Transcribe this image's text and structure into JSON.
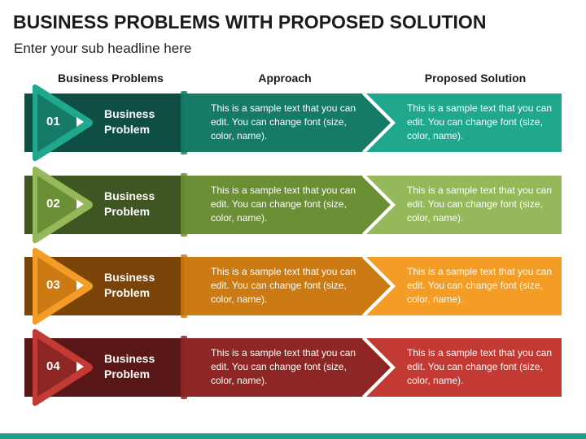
{
  "title": "BUSINESS PROBLEMS WITH PROPOSED SOLUTION",
  "subtitle": "Enter your sub headline here",
  "columns": {
    "problems": "Business Problems",
    "approach": "Approach",
    "solution": "Proposed Solution"
  },
  "rows": [
    {
      "number": "01",
      "problem": "Business Problem",
      "approach": "This is a sample text that you can edit. You can change font (size, color, name).",
      "solution": "This is a sample text that you can edit. You can change font (size, color, name).",
      "colors": {
        "dark": "#0f4f43",
        "mid": "#157b67",
        "light": "#1fa88d"
      }
    },
    {
      "number": "02",
      "problem": "Business Problem",
      "approach": "This is a sample text that you can edit. You can change font (size, color, name).",
      "solution": "This is a sample text that you can edit. You can change font (size, color, name).",
      "colors": {
        "dark": "#3f5623",
        "mid": "#6b8f34",
        "light": "#95b95a"
      }
    },
    {
      "number": "03",
      "problem": "Business Problem",
      "approach": "This is a sample text that you can edit. You can change font (size, color, name).",
      "solution": "This is a sample text that you can edit. You can change font (size, color, name).",
      "colors": {
        "dark": "#7a4307",
        "mid": "#cc7a13",
        "light": "#f39c26"
      }
    },
    {
      "number": "04",
      "problem": "Business Problem",
      "approach": "This is a sample text that you can edit. You can change font (size, color, name).",
      "solution": "This is a sample text that you can edit. You can change font (size, color, name).",
      "colors": {
        "dark": "#5a1717",
        "mid": "#8f2626",
        "light": "#c23a33"
      }
    }
  ],
  "accent_bar_color": "#1f9e8a"
}
